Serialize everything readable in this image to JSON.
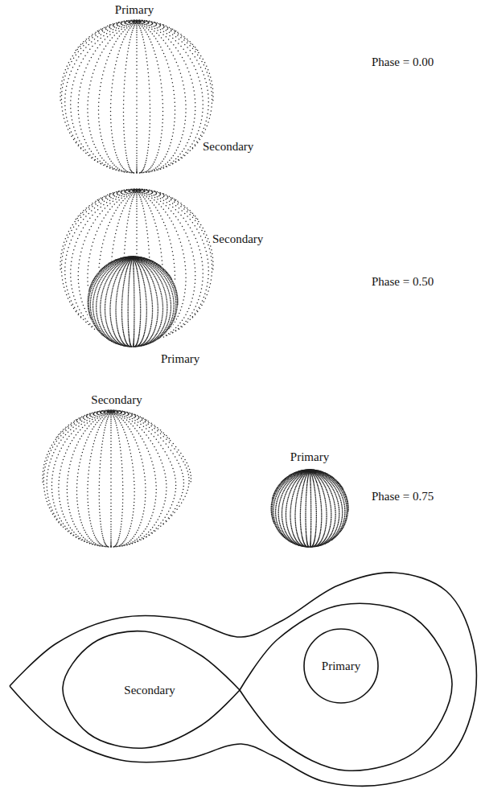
{
  "diagram": {
    "nodes": [
      {
        "text": [
          "Secondary"
        ]
      },
      {
        "text": [
          "Primary"
        ]
      }
    ],
    "labels": [
      "Primary",
      "Secondary",
      "Phase = 0.00",
      "Secondary",
      "Primary",
      "Phase = 0.50",
      "Secondary",
      "Primary",
      "Phase = 0.75"
    ]
  }
}
